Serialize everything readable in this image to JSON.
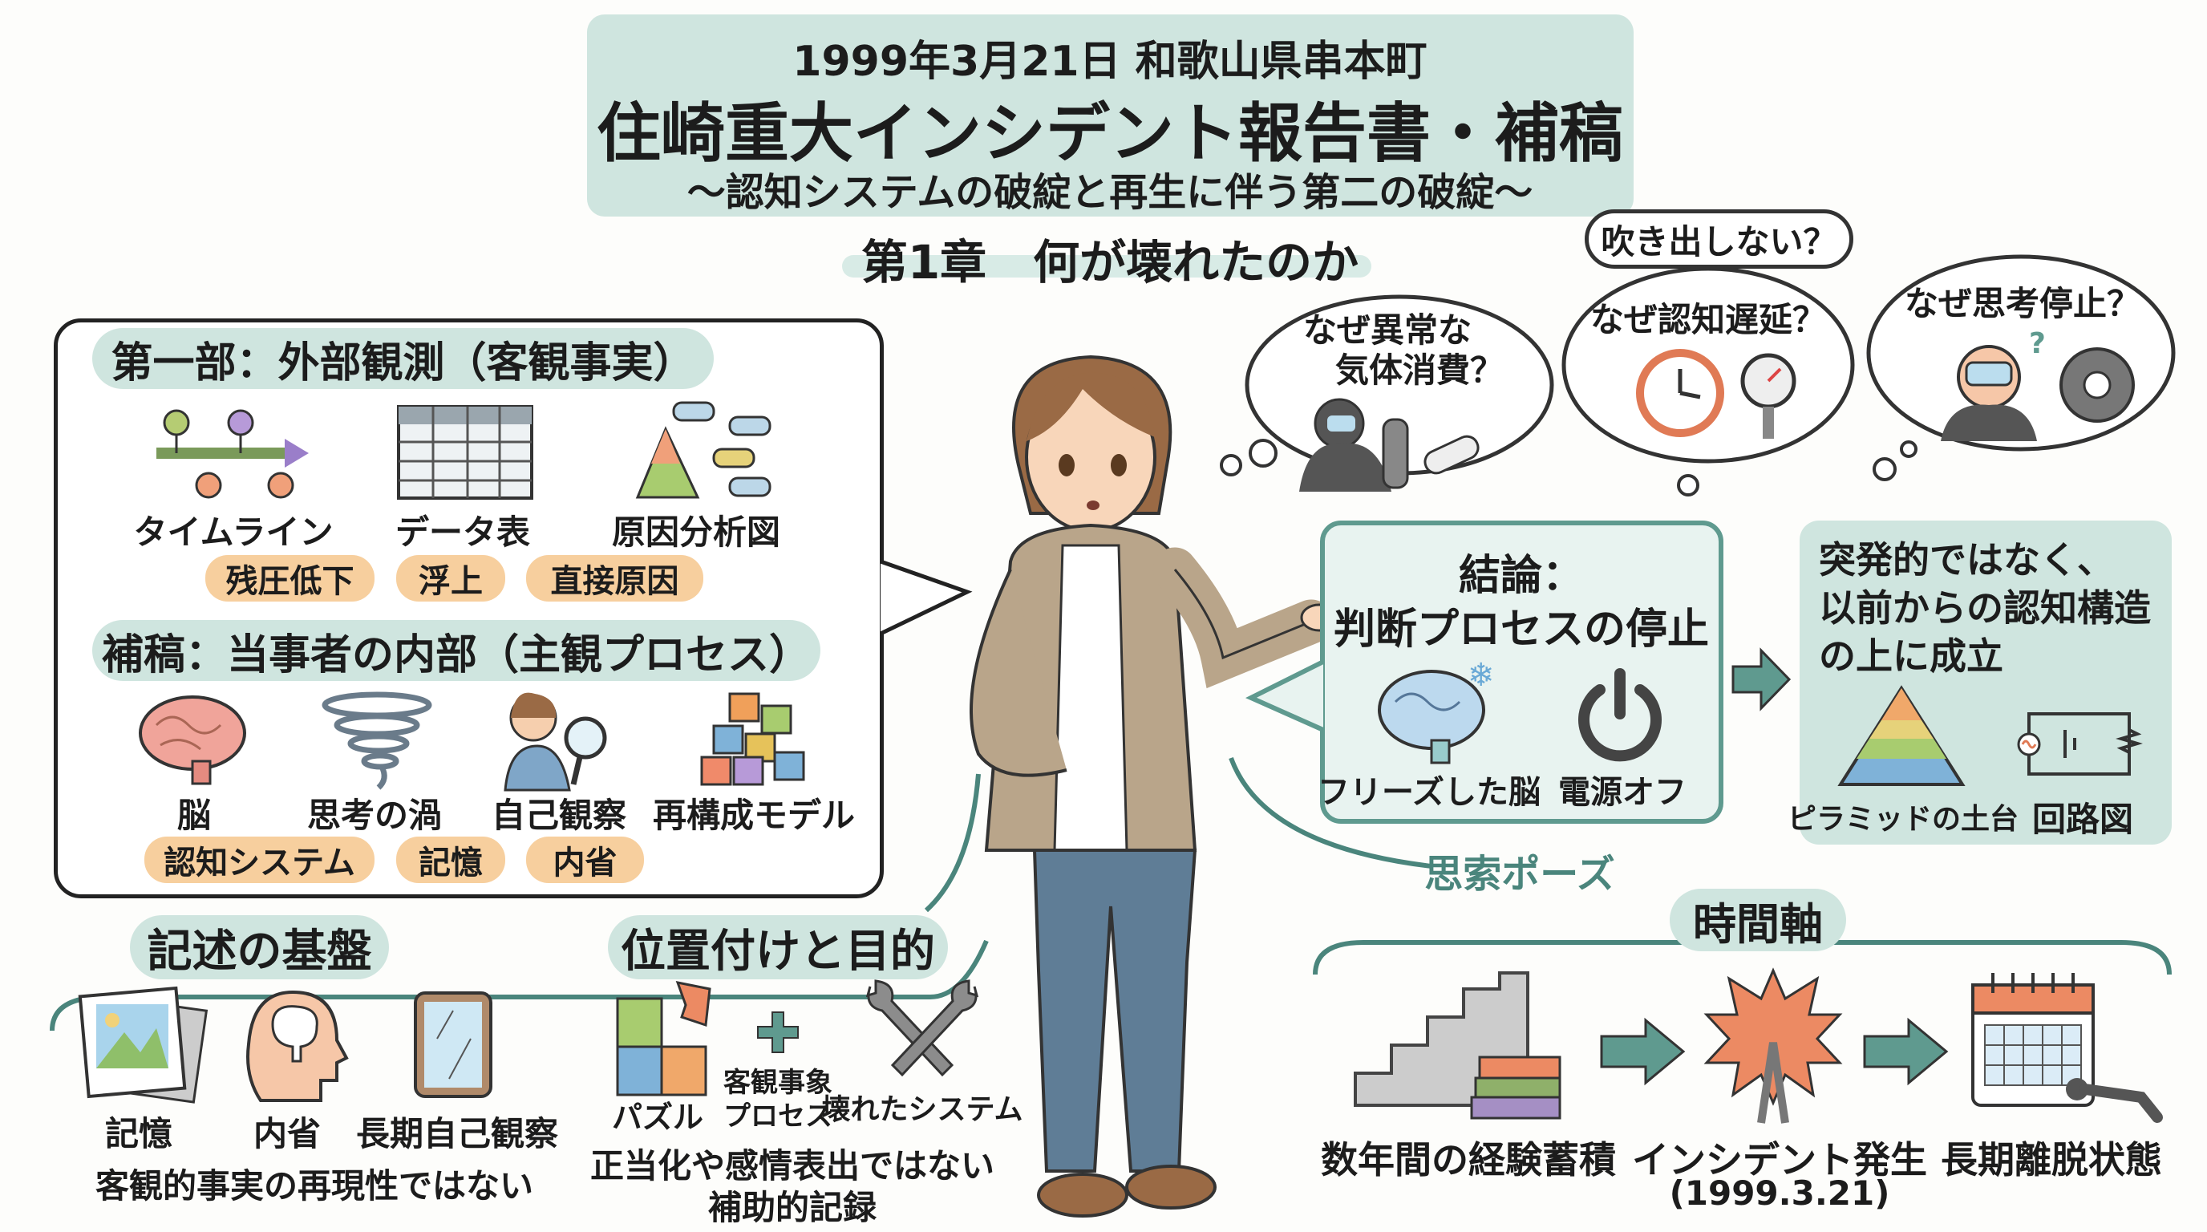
{
  "header": {
    "date_location": "1999年3月21日 和歌山県串本町",
    "title": "住崎重大インシデント報告書・補稿",
    "subtitle": "〜認知システムの破綻と再生に伴う第二の破綻〜",
    "chapter": "第1章　何が壊れたのか"
  },
  "left_panel": {
    "part1": {
      "heading": "第一部：外部観測（客観事実）",
      "icons": [
        {
          "icon": "timeline-icon",
          "label": "タイムライン"
        },
        {
          "icon": "data-table-icon",
          "label": "データ表"
        },
        {
          "icon": "cause-analysis-icon",
          "label": "原因分析図"
        }
      ],
      "tags": [
        "残圧低下",
        "浮上",
        "直接原因"
      ]
    },
    "part2": {
      "heading": "補稿：当事者の内部（主観プロセス）",
      "icons": [
        {
          "icon": "brain-icon",
          "label": "脳"
        },
        {
          "icon": "vortex-icon",
          "label": "思考の渦"
        },
        {
          "icon": "mirror-person-icon",
          "label": "自己観察"
        },
        {
          "icon": "blocks-icon",
          "label": "再構成モデル"
        }
      ],
      "tags": [
        "認知システム",
        "記憶",
        "内省"
      ]
    }
  },
  "basis": {
    "heading": "記述の基盤",
    "items": [
      {
        "icon": "photo-icon",
        "label": "記憶"
      },
      {
        "icon": "head-icon",
        "label": "内省"
      },
      {
        "icon": "mirror-icon",
        "label": "長期自己観察"
      }
    ],
    "note": "客観的事実の再現性ではない"
  },
  "purpose": {
    "heading": "位置付けと目的",
    "items": [
      {
        "icon": "puzzle-icon",
        "label": "パズル"
      },
      {
        "icon": "plus-icon",
        "label_line1": "客観事象",
        "label_line2": "プロセス"
      },
      {
        "icon": "broken-wrench-icon",
        "label": "壊れたシステム"
      }
    ],
    "note_line1": "正当化や感情表出ではない",
    "note_line2": "補助的記録"
  },
  "thoughts": {
    "gas": "なぜ異常な\n気体消費？",
    "gas_line1": "なぜ異常な",
    "gas_line2": "気体消費？",
    "no_bubble": "吹き出しない？",
    "delay": "なぜ認知遅延？",
    "stop": "なぜ思考停止？"
  },
  "conclusion": {
    "line1": "結論：",
    "line2": "判断プロセスの停止",
    "icons": [
      {
        "icon": "frozen-brain-icon",
        "label": "フリーズした脳"
      },
      {
        "icon": "power-off-icon",
        "label": "電源オフ"
      }
    ]
  },
  "structure": {
    "line1": "突発的ではなく、",
    "line2": "以前からの認知構造",
    "line3": "の上に成立",
    "icons": [
      {
        "icon": "pyramid-icon",
        "label": "ピラミッドの土台"
      },
      {
        "icon": "circuit-icon",
        "label": "回路図"
      }
    ]
  },
  "pose_label": "思索ポーズ",
  "timeline": {
    "heading": "時間軸",
    "steps": [
      {
        "icon": "stairs-books-icon",
        "label": "数年間の経験蓄積"
      },
      {
        "icon": "explosion-icon",
        "label": "インシデント発生",
        "date": "(1999.3.21)"
      },
      {
        "icon": "calendar-diver-icon",
        "label": "長期離脱状態"
      }
    ]
  },
  "colors": {
    "teal_bg": "#cfe5df",
    "teal_dark": "#4a857c",
    "peach": "#f7cf9e",
    "orange": "#ec8a63"
  }
}
